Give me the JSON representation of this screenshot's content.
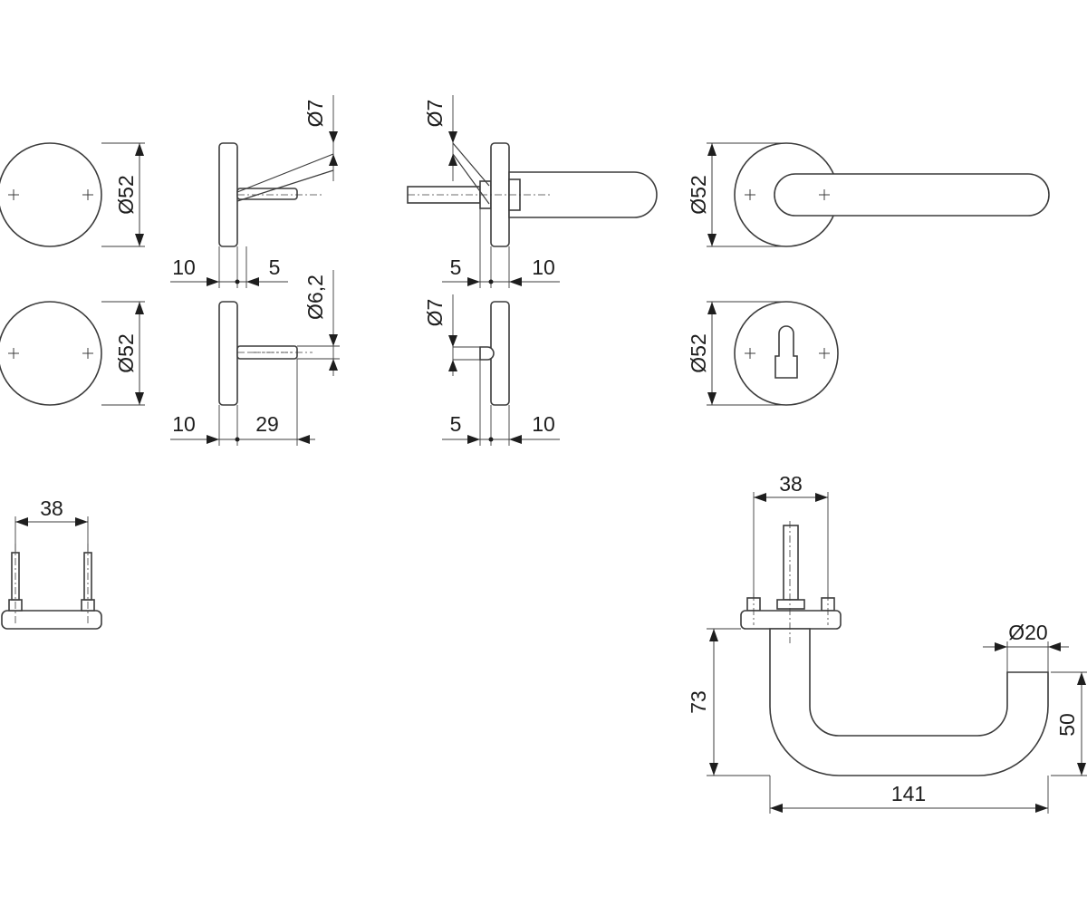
{
  "view_top_left": {
    "rosette_diameter": "Ø52"
  },
  "view_mid_left": {
    "rosette_diameter": "Ø52"
  },
  "side_top_left": {
    "pin_diameter": "Ø7",
    "left_offset": "10",
    "right_offset": "5"
  },
  "side_mid_left": {
    "pin_diameter": "Ø6,2",
    "left_offset": "10",
    "pin_length": "29"
  },
  "side_top_right": {
    "pin_diameter": "Ø7",
    "left_offset": "5",
    "right_offset": "10"
  },
  "side_mid_right": {
    "pin_diameter": "Ø7",
    "left_offset": "5",
    "right_offset": "10"
  },
  "front_handle": {
    "rosette_diameter": "Ø52"
  },
  "front_escutcheon": {
    "rosette_diameter": "Ø52"
  },
  "bolt_spacing_view": {
    "bolt_spacing": "38"
  },
  "handle_side_view": {
    "bolt_spacing": "38",
    "grip_diameter": "Ø20",
    "height": "73",
    "grip_height": "50",
    "projection": "141"
  }
}
